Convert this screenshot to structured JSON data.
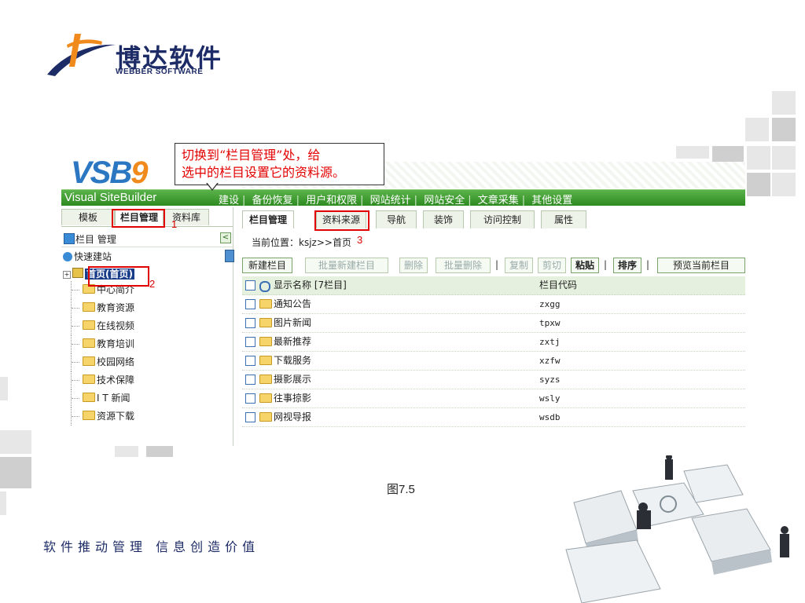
{
  "logo": {
    "cn": "博达软件",
    "en": "WEBBER SOFTWARE"
  },
  "brand": {
    "vsb": "VSB",
    "nine": "9",
    "subtitle": "Visual SiteBuilder"
  },
  "menubar": {
    "items": [
      "建设",
      "备份恢复",
      "用户和权限",
      "网站统计",
      "网站安全",
      "文章采集",
      "其他设置"
    ],
    "separator": "|"
  },
  "callout": {
    "line1": "切换到“栏目管理”处，给",
    "line2": "选中的栏目设置它的资料源。"
  },
  "left_tabs": [
    "模板",
    "栏目管理",
    "资料库"
  ],
  "left_header": "栏目 管理",
  "collapse_glyph": "<",
  "tree": {
    "root": "快速建站",
    "home": "首页(首页)",
    "expand_glyph": "+",
    "children": [
      "中心简介",
      "教育资源",
      "在线视频",
      "教育培训",
      "校园网络",
      "技术保障",
      "I T 新闻",
      "资源下载"
    ]
  },
  "right_tabs": [
    "栏目管理",
    "资料来源",
    "导航",
    "装饰",
    "访问控制",
    "属性"
  ],
  "breadcrumb": "当前位置：ksjz>>首页",
  "toolbar": {
    "new_column": "新建栏目",
    "batch_new": "批量新建栏目",
    "delete": "删除",
    "batch_delete": "批量删除",
    "copy": "复制",
    "cut": "剪切",
    "paste": "粘贴",
    "sort": "排序",
    "preview": "预览当前栏目",
    "separator": "|"
  },
  "grid": {
    "header_name": "显示名称 [7栏目]",
    "header_code": "栏目代码",
    "rows": [
      {
        "name": "通知公告",
        "code": "zxgg"
      },
      {
        "name": "图片新闻",
        "code": "tpxw"
      },
      {
        "name": "最新推荐",
        "code": "zxtj"
      },
      {
        "name": "下载服务",
        "code": "xzfw"
      },
      {
        "name": "摄影展示",
        "code": "syzs"
      },
      {
        "name": "往事掠影",
        "code": "wsly"
      },
      {
        "name": "网视导报",
        "code": "wsdb"
      }
    ]
  },
  "markers": [
    "1",
    "2",
    "3"
  ],
  "caption": "图7.5",
  "slogan": "软件推动管理 信息创造价值"
}
